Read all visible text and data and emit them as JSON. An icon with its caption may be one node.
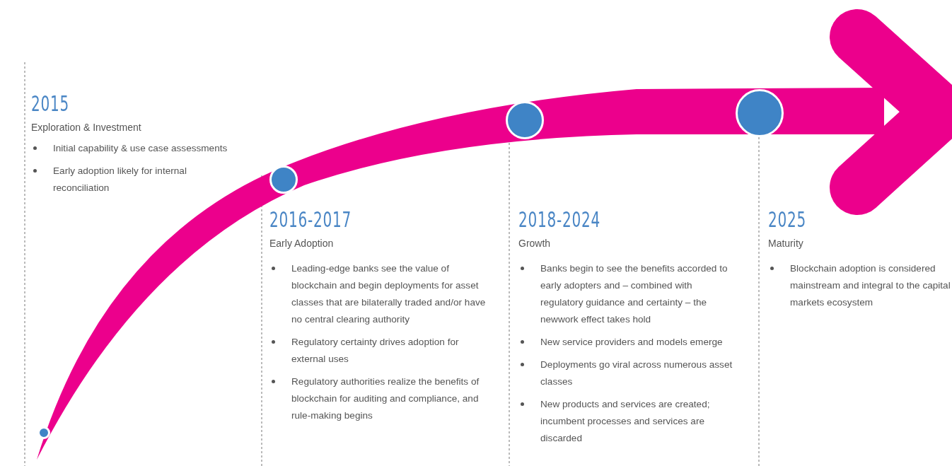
{
  "diagram": {
    "nodes": [
      {
        "text": [
          "2015",
          "Exploration & Investment",
          "Initial capability & use case assessments",
          "Early adoption likely for internal reconciliation"
        ]
      },
      {
        "text": [],
        "shape": "circle"
      },
      {
        "text": [],
        "shape": "circle"
      },
      {
        "text": [
          "2016-2017",
          "Early Adoption",
          "Leading-edge banks see the value of blockchain and begin deployments for asset classes that are bilaterally traded and/or have no central clearing authority",
          "Regulatory certainty drives adoption for external uses",
          "Regulatory authorities realize the benefits of blockchain for auditing and compliance, and rule-making begins"
        ]
      },
      {
        "text": [],
        "shape": "circle"
      },
      {
        "text": [
          "2018-2024",
          "Growth",
          "Banks begin to see the benefits accorded to early adopters and – combined with regulatory guidance and certainty – the newwork effect takes hold",
          "New service providers and models emerge",
          "Deployments go viral across numerous asset classes",
          "New products and services are created; incumbent processes and services are discarded"
        ]
      },
      {
        "text": [],
        "shape": "circle"
      },
      {
        "text": [
          "2025",
          "Maturity",
          "Blockchain adoption is considered mainstream and integral to the capital markets ecosystem"
        ]
      }
    ],
    "edges": []
  }
}
